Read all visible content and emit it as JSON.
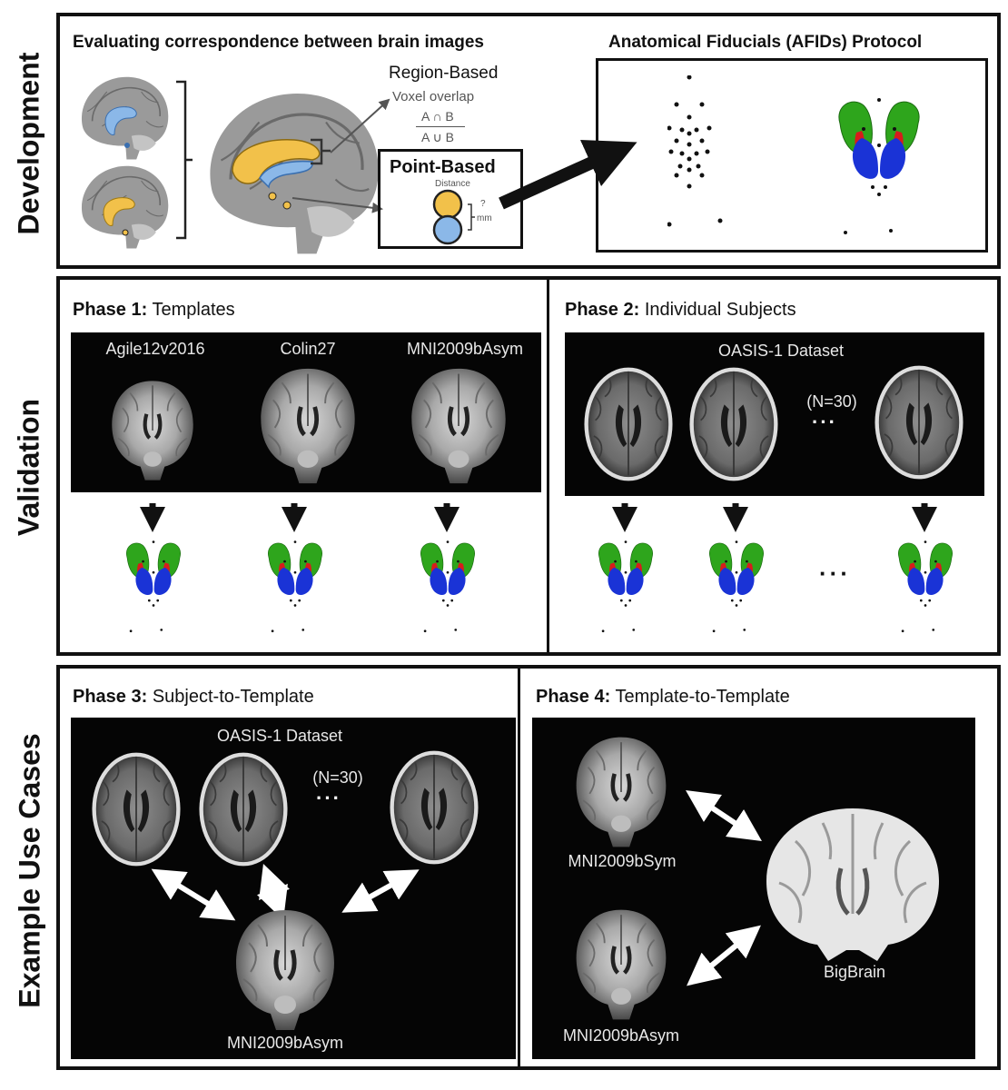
{
  "rows": {
    "development": "Development",
    "validation": "Validation",
    "use_cases": "Example Use Cases"
  },
  "development": {
    "title": "Evaluating correspondence between brain images",
    "region_based": "Region-Based",
    "voxel_overlap": "Voxel overlap",
    "intersection": "A ∩ B",
    "union": "A ∪ B",
    "point_based": "Point-Based",
    "distance": "Distance",
    "question": "?",
    "mm": "mm",
    "afids_title": "Anatomical Fiducials (AFIDs) Protocol"
  },
  "phase1": {
    "label": "Phase 1:",
    "name": "Templates",
    "templates": [
      "Agile12v2016",
      "Colin27",
      "MNI2009bAsym"
    ]
  },
  "phase2": {
    "label": "Phase 2:",
    "name": "Individual Subjects",
    "dataset": "OASIS-1 Dataset",
    "n": "(N=30)",
    "ellipsis": "···"
  },
  "phase3": {
    "label": "Phase 3:",
    "name": "Subject-to-Template",
    "dataset": "OASIS-1 Dataset",
    "n": "(N=30)",
    "ellipsis": "···",
    "template": "MNI2009bAsym"
  },
  "phase4": {
    "label": "Phase 4:",
    "name": "Template-to-Template",
    "sym": "MNI2009bSym",
    "asym": "MNI2009bAsym",
    "bigbrain": "BigBrain"
  },
  "colors": {
    "putamen": "#2ea51c",
    "pallidum": "#d81c1c",
    "thalamus": "#1a33d6",
    "region_yellow": "#f2c14a",
    "region_blue": "#8bb8e8"
  }
}
